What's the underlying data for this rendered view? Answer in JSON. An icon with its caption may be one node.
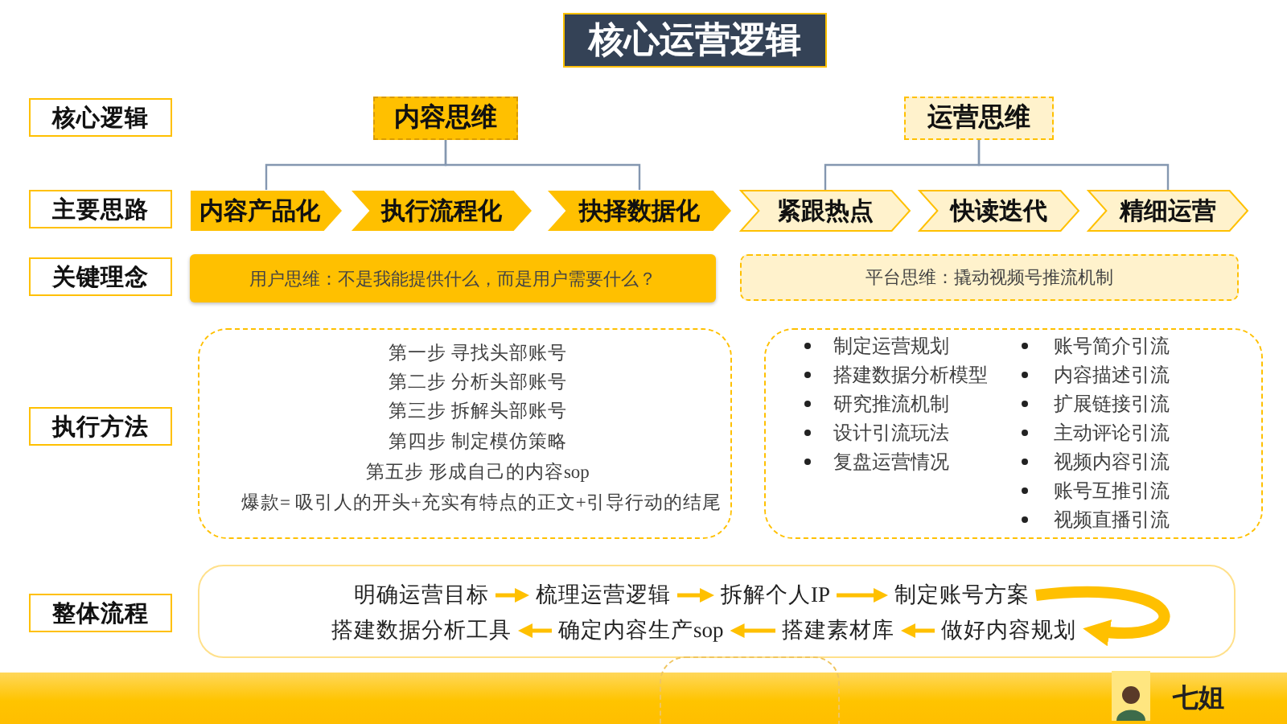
{
  "diagram": {
    "title": "核心运营逻辑",
    "nodes": [
      {
        "text": [
          "核心逻辑"
        ]
      },
      {
        "text": [
          "内容思维"
        ]
      },
      {
        "text": [
          "运营思维"
        ]
      },
      {
        "text": [
          "主要思路"
        ]
      },
      {
        "text": [
          "内容产品化"
        ]
      },
      {
        "text": [
          "执行流程化"
        ]
      },
      {
        "text": [
          "抉择数据化"
        ]
      },
      {
        "text": [
          "紧跟热点"
        ]
      },
      {
        "text": [
          "快读迭代"
        ]
      },
      {
        "text": [
          "精细运营"
        ]
      },
      {
        "text": [
          "关键理念"
        ]
      },
      {
        "text": [
          "用户思维：不是我能提供什么，而是用户需要什么？"
        ]
      },
      {
        "text": [
          "平台思维：撬动视频号推流机制"
        ]
      },
      {
        "text": [
          "执行方法"
        ]
      },
      {
        "text": [
          "第一步 寻找头部账号",
          "第二步 分析头部账号",
          "第三步 拆解头部账号",
          "第四步 制定模仿策略",
          "第五步 形成自己的内容sop",
          "爆款= 吸引人的开头+充实有特点的正文+引导行动的结尾"
        ]
      },
      {
        "text": [
          "制定运营规划",
          "搭建数据分析模型",
          "研究推流机制",
          "设计引流玩法",
          "复盘运营情况",
          "账号简介引流",
          "内容描述引流",
          "扩展链接引流",
          "主动评论引流",
          "视频内容引流",
          "账号互推引流",
          "视频直播引流"
        ]
      },
      {
        "text": [
          "整体流程"
        ]
      },
      {
        "text": [],
        "shape": "box"
      },
      {
        "text": [
          "明确运营目标"
        ],
        "in": 17
      },
      {
        "text": [
          "梳理运营逻辑"
        ],
        "in": 17
      },
      {
        "text": [
          "拆解个人IP"
        ],
        "in": 17
      },
      {
        "text": [
          "制定账号方案"
        ],
        "in": 17
      },
      {
        "text": [
          "做好内容规划"
        ],
        "in": 17
      },
      {
        "text": [
          "搭建素材库"
        ],
        "in": 17
      },
      {
        "text": [
          "确定内容生产sop"
        ],
        "in": 17
      },
      {
        "text": [
          "搭建数据分析工具"
        ],
        "in": 17
      },
      {
        "text": [],
        "shape": "box"
      }
    ],
    "edges": [
      {
        "from": 1,
        "to": 4,
        "arrow": "none",
        "color": "#8497b0"
      },
      {
        "from": 1,
        "to": 6,
        "arrow": "none",
        "color": "#8497b0"
      },
      {
        "from": 2,
        "to": 7,
        "arrow": "none",
        "color": "#8497b0"
      },
      {
        "from": 2,
        "to": 9,
        "arrow": "none",
        "color": "#8497b0"
      },
      {
        "from": 18,
        "to": 19,
        "arrow": "to"
      },
      {
        "from": 19,
        "to": 20,
        "arrow": "to"
      },
      {
        "from": 20,
        "to": 21,
        "arrow": "to"
      },
      {
        "from": 21,
        "to": 22,
        "arrow": "to",
        "style": "thick"
      },
      {
        "from": 22,
        "to": 23,
        "arrow": "to"
      },
      {
        "from": 23,
        "to": 24,
        "arrow": "to"
      },
      {
        "from": 24,
        "to": 25,
        "arrow": "to"
      }
    ],
    "labels": [
      "七姐"
    ]
  }
}
